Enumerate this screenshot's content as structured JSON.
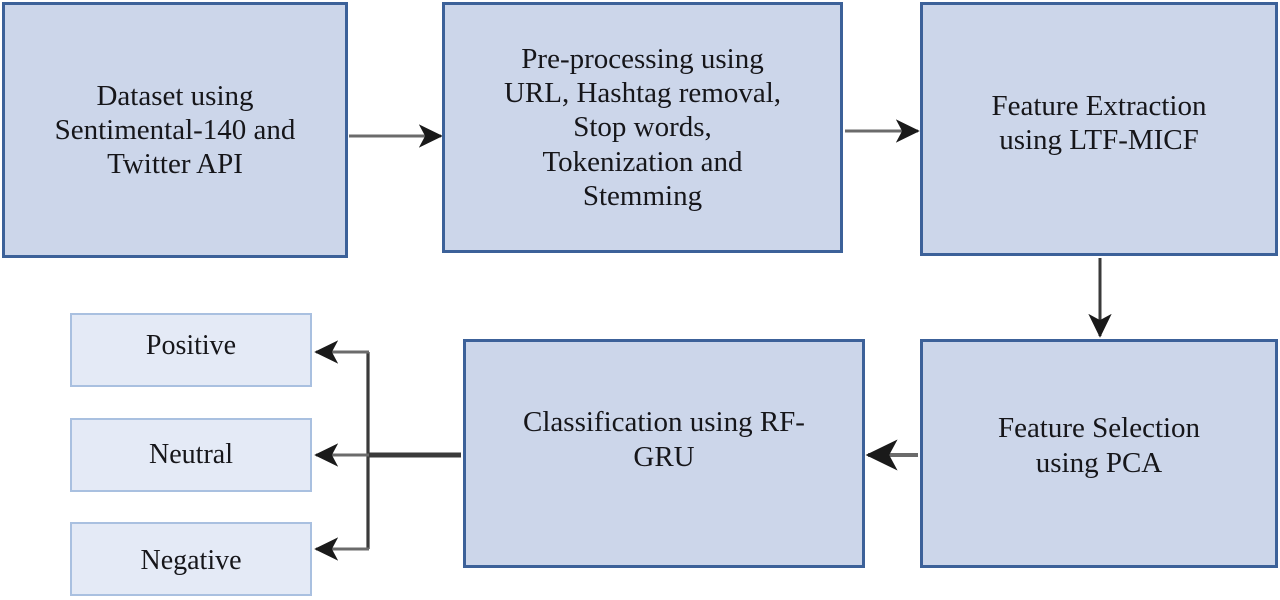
{
  "diagram": {
    "type": "flowchart",
    "title": "Sentiment analysis pipeline block diagram",
    "colors": {
      "process_fill": "#ccd6ea",
      "process_border": "#3c6199",
      "outcome_fill": "#e4eaf6",
      "outcome_border": "#a9c0e0",
      "connector": "#6b6b6b",
      "arrowhead": "#1a1a1a",
      "text": "#16161a",
      "background": "#ffffff"
    },
    "nodes": {
      "dataset": {
        "label": "Dataset using\nSentimental-140 and\nTwitter API",
        "kind": "process"
      },
      "preprocessing": {
        "label": "Pre-processing using\nURL, Hashtag removal,\nStop words,\nTokenization and\nStemming",
        "kind": "process"
      },
      "extraction": {
        "label": "Feature Extraction\nusing LTF-MICF",
        "kind": "process"
      },
      "selection": {
        "label": "Feature Selection\nusing PCA",
        "kind": "process"
      },
      "classification": {
        "label": "Classification using RF-\nGRU",
        "kind": "process"
      },
      "positive": {
        "label": "Positive",
        "kind": "outcome"
      },
      "neutral": {
        "label": "Neutral",
        "kind": "outcome"
      },
      "negative": {
        "label": "Negative",
        "kind": "outcome"
      }
    },
    "edges": [
      {
        "from": "dataset",
        "to": "preprocessing",
        "direction": "right"
      },
      {
        "from": "preprocessing",
        "to": "extraction",
        "direction": "right"
      },
      {
        "from": "extraction",
        "to": "selection",
        "direction": "down"
      },
      {
        "from": "selection",
        "to": "classification",
        "direction": "left"
      },
      {
        "from": "classification",
        "to": "positive",
        "direction": "left-branch-up"
      },
      {
        "from": "classification",
        "to": "neutral",
        "direction": "left"
      },
      {
        "from": "classification",
        "to": "negative",
        "direction": "left-branch-down"
      }
    ]
  }
}
